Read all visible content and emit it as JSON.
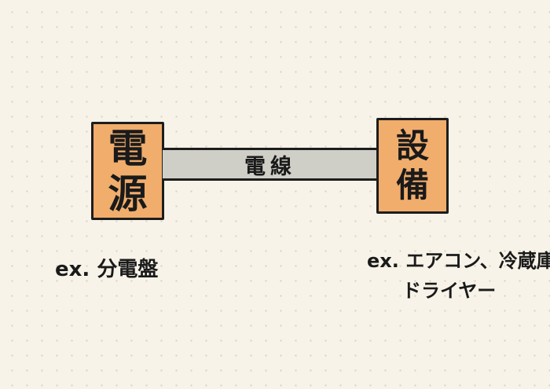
{
  "diagram": {
    "source": {
      "label": [
        "電",
        "源"
      ],
      "note": "ex. 分電盤"
    },
    "wire": {
      "label": "電線"
    },
    "equipment": {
      "label": [
        "設",
        "備"
      ],
      "note_line1": "ex. エアコン、冷蔵庫",
      "note_line2": "ドライヤー"
    }
  },
  "colors": {
    "box_fill": "#f1ad6c",
    "wire_fill": "#cfcfc7",
    "stroke": "#1d1d1d",
    "background": "#f7f3e8"
  }
}
